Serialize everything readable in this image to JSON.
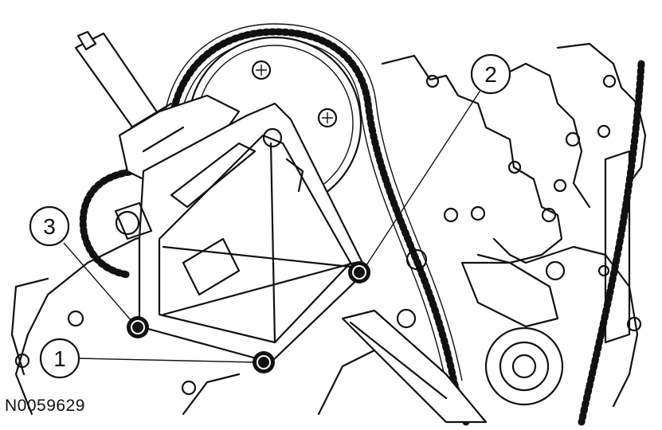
{
  "figure": {
    "id": "N0059629",
    "callouts": [
      {
        "label": "1"
      },
      {
        "label": "2"
      },
      {
        "label": "3"
      }
    ]
  }
}
